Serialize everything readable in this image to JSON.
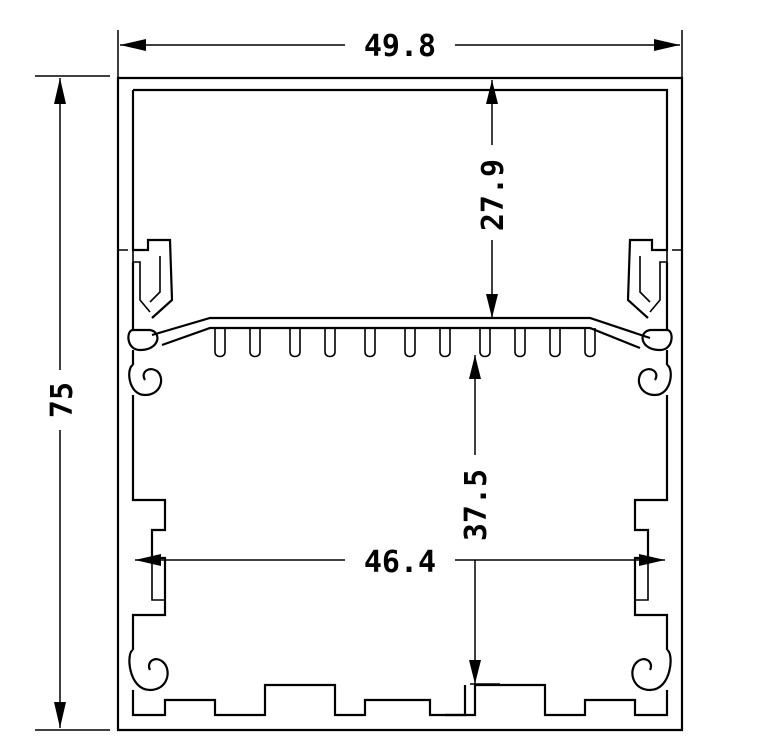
{
  "dimensions": {
    "overall_width": "49.8",
    "overall_height": "75",
    "top_chamber_depth": "27.9",
    "lower_chamber_depth": "37.5",
    "inner_width": "46.4"
  }
}
